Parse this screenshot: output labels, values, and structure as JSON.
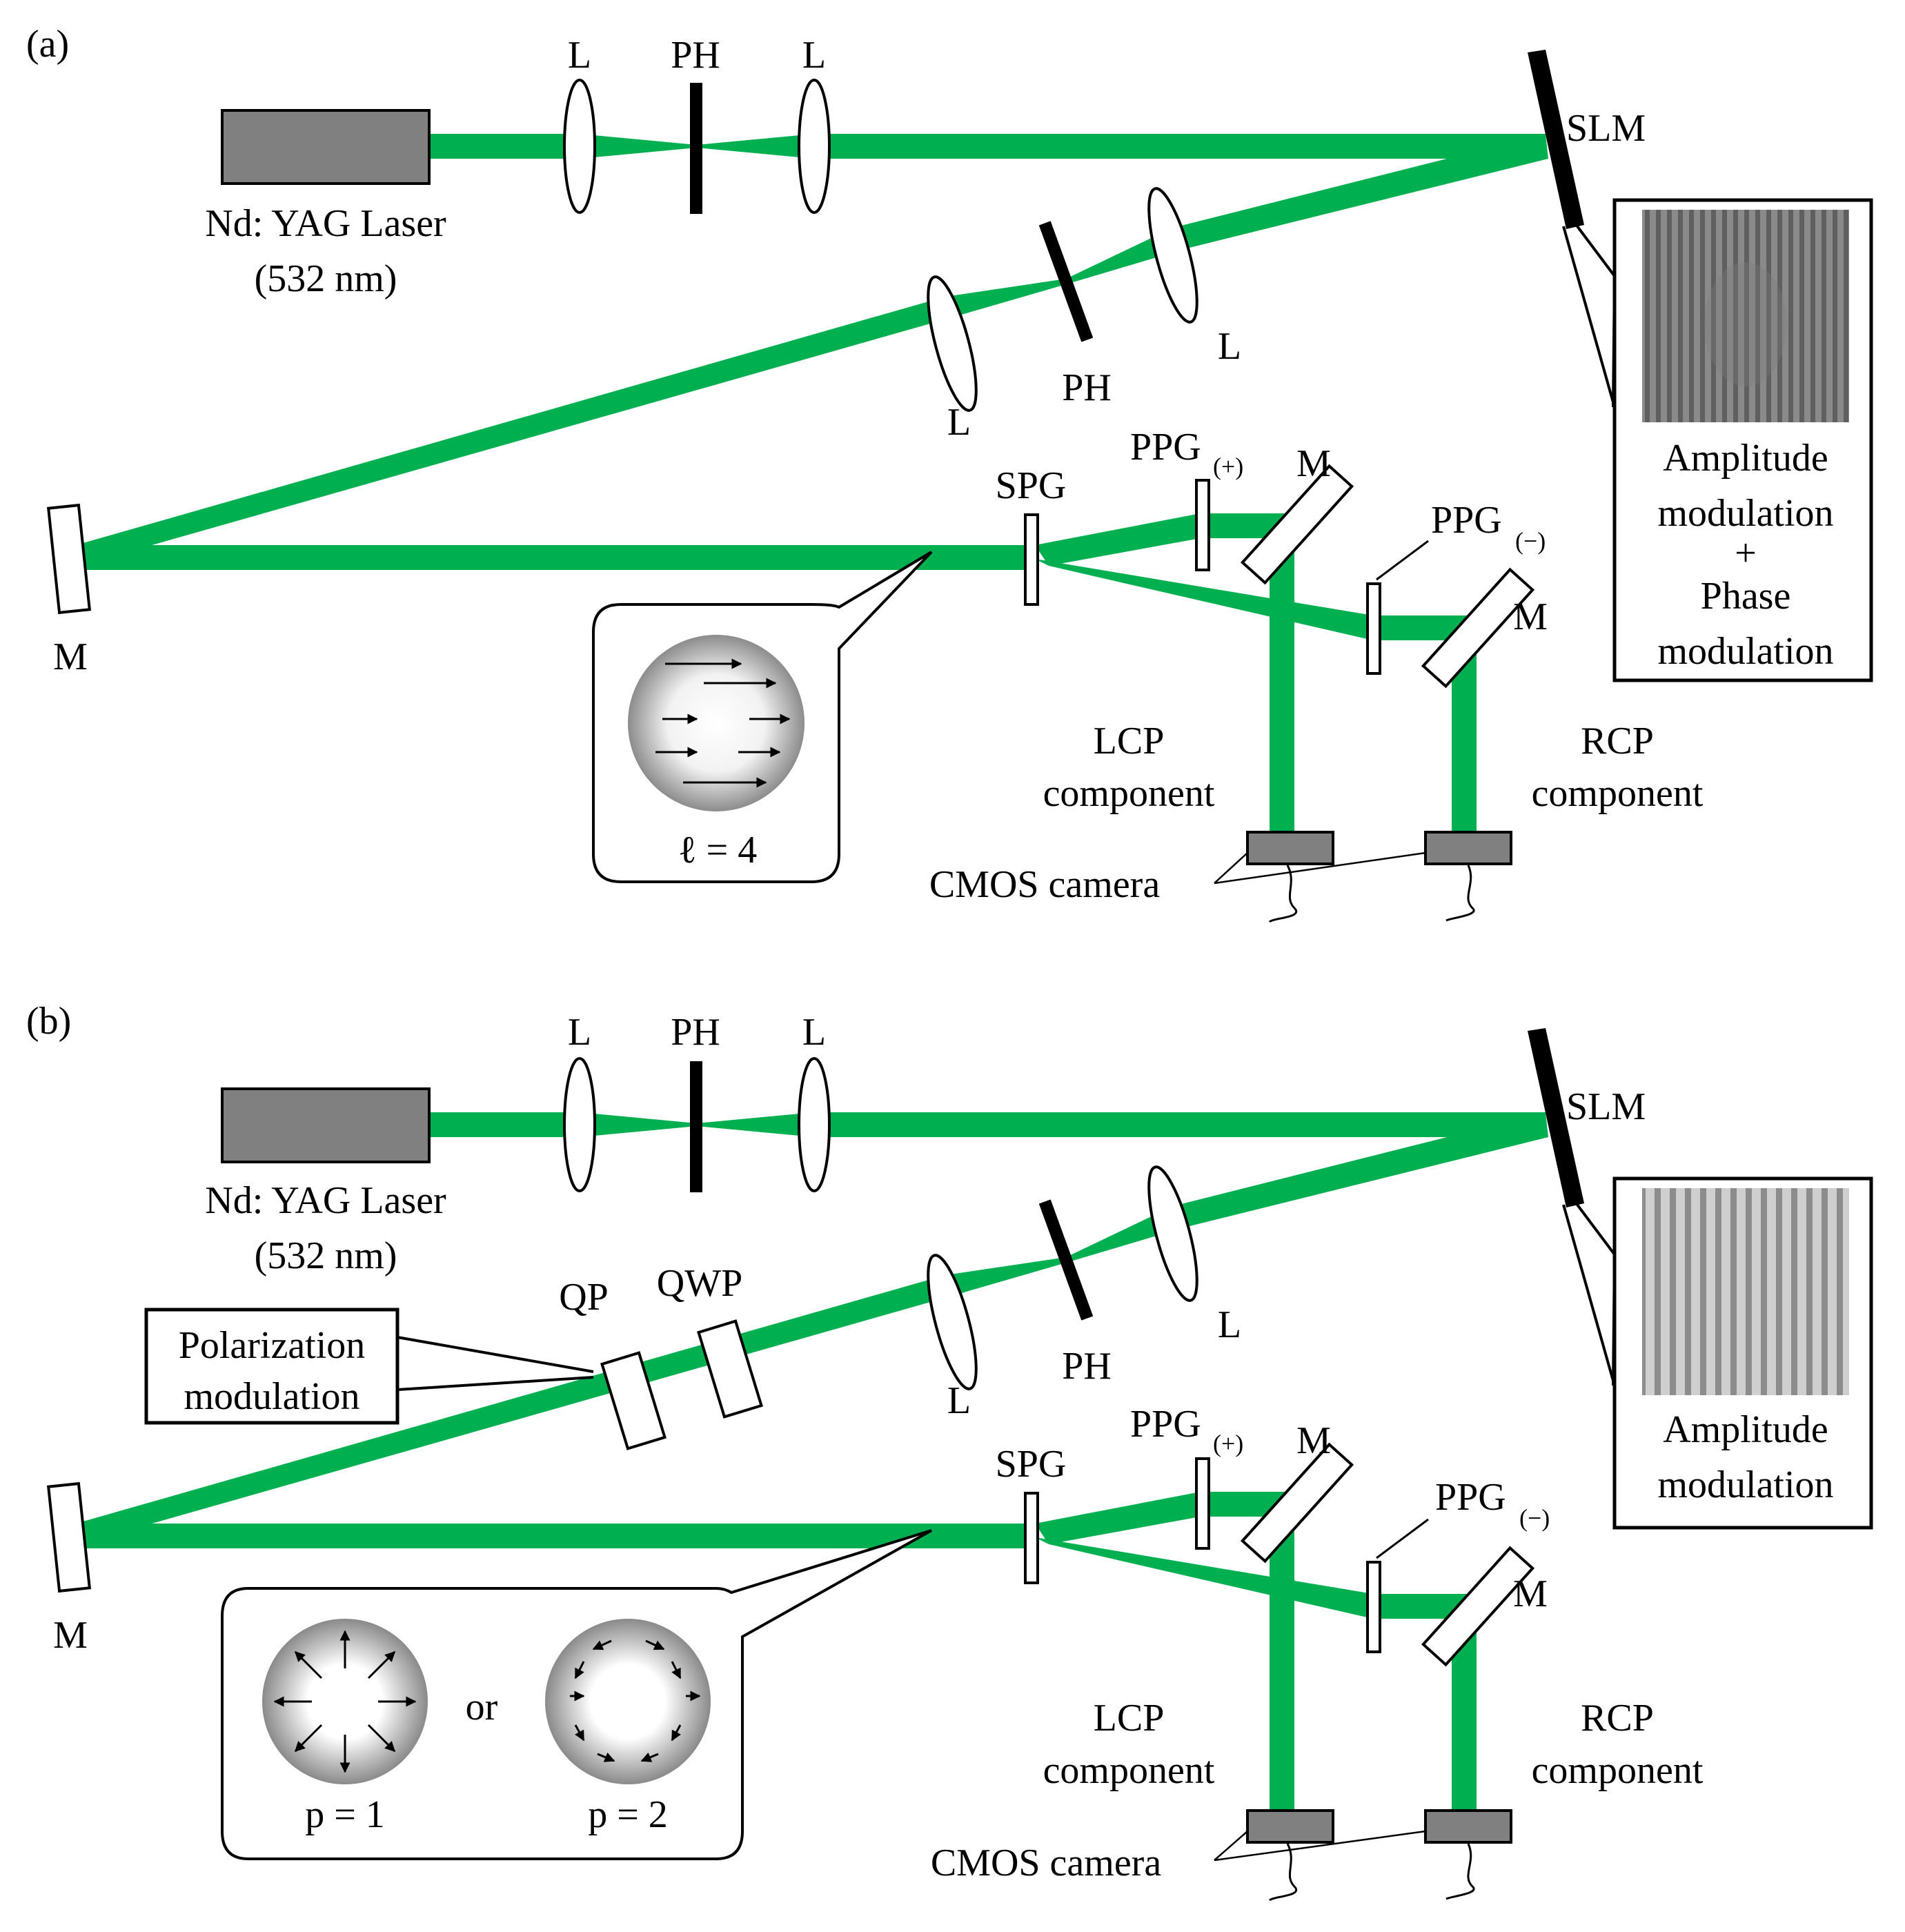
{
  "colors": {
    "beam": "#00b050",
    "laser_body": "#808080",
    "camera_body": "#808080",
    "slm": "#000000"
  },
  "panel_a": {
    "panel_label": "(a)",
    "lens_label": "L",
    "pinhole_label": "PH",
    "slm_label": "SLM",
    "laser_name": "Nd: YAG Laser",
    "laser_wavelength": "(532 nm)",
    "mirror_label": "M",
    "spg_label": "SPG",
    "ppg_plus_label": "PPG",
    "ppg_plus_sub": "(+)",
    "ppg_minus_label": "PPG",
    "ppg_minus_sub": "(−)",
    "lcp_line1": "LCP",
    "lcp_line2": "component",
    "rcp_line1": "RCP",
    "rcp_line2": "component",
    "camera_label": "CMOS camera",
    "slm_pattern_caption": [
      "Amplitude",
      "modulation",
      "+",
      "Phase",
      "modulation"
    ],
    "beam_inset_label": "ℓ = 4"
  },
  "panel_b": {
    "panel_label": "(b)",
    "lens_label": "L",
    "pinhole_label": "PH",
    "slm_label": "SLM",
    "laser_name": "Nd: YAG Laser",
    "laser_wavelength": "(532 nm)",
    "mirror_label": "M",
    "qp_label": "QP",
    "qwp_label": "QWP",
    "polarization_box": [
      "Polarization",
      "modulation"
    ],
    "spg_label": "SPG",
    "ppg_plus_label": "PPG",
    "ppg_plus_sub": "(+)",
    "ppg_minus_label": "PPG",
    "ppg_minus_sub": "(−)",
    "lcp_line1": "LCP",
    "lcp_line2": "component",
    "rcp_line1": "RCP",
    "rcp_line2": "component",
    "camera_label": "CMOS camera",
    "slm_pattern_caption": [
      "Amplitude",
      "modulation"
    ],
    "inset_left_label": "p = 1",
    "inset_or": "or",
    "inset_right_label": "p = 2"
  }
}
